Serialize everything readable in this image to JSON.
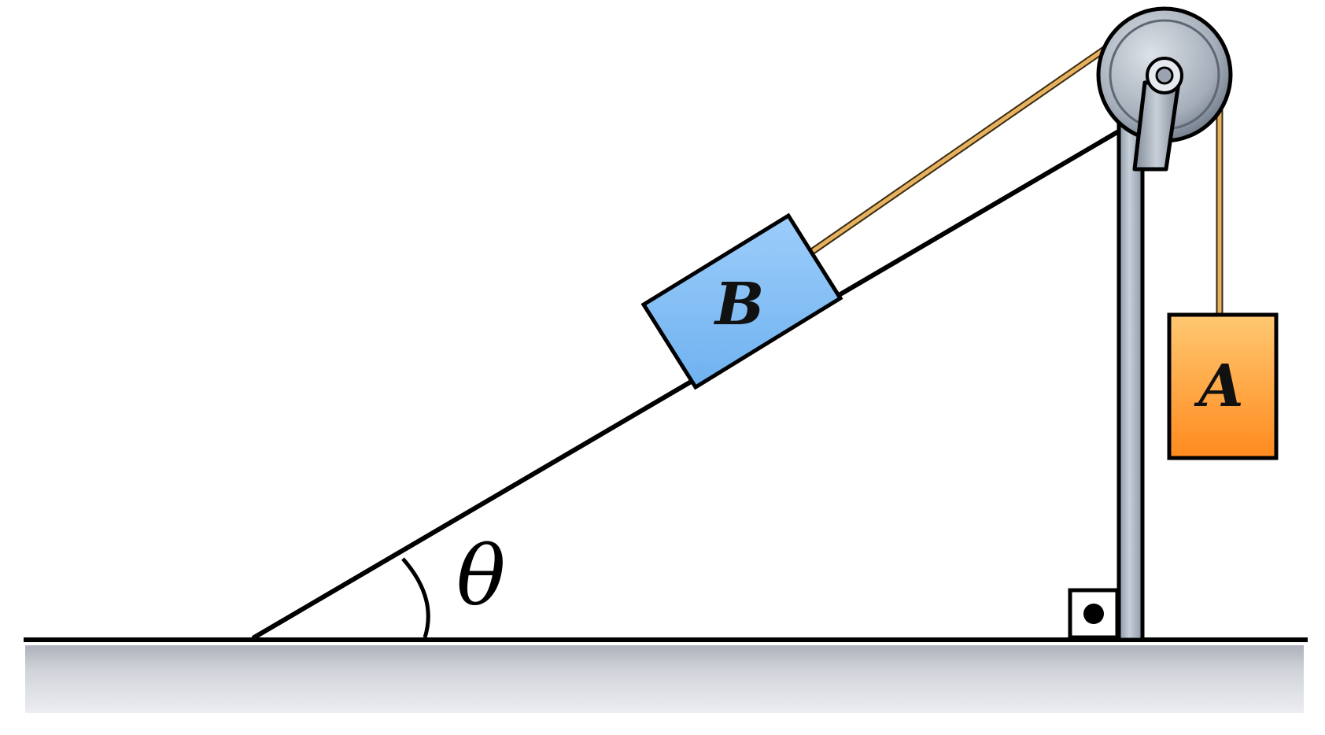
{
  "labels": {
    "block_b": "B",
    "block_a": "A",
    "angle": "θ"
  },
  "colors": {
    "block_b": "#8ec5f7",
    "block_a_top": "#ffc872",
    "block_a_bottom": "#ff8a1e",
    "rope": "#e7b25f",
    "outline": "#000000",
    "pulley": "#9ca6b3",
    "post": "#b5bfcc",
    "ground": "#cfd2d8"
  }
}
